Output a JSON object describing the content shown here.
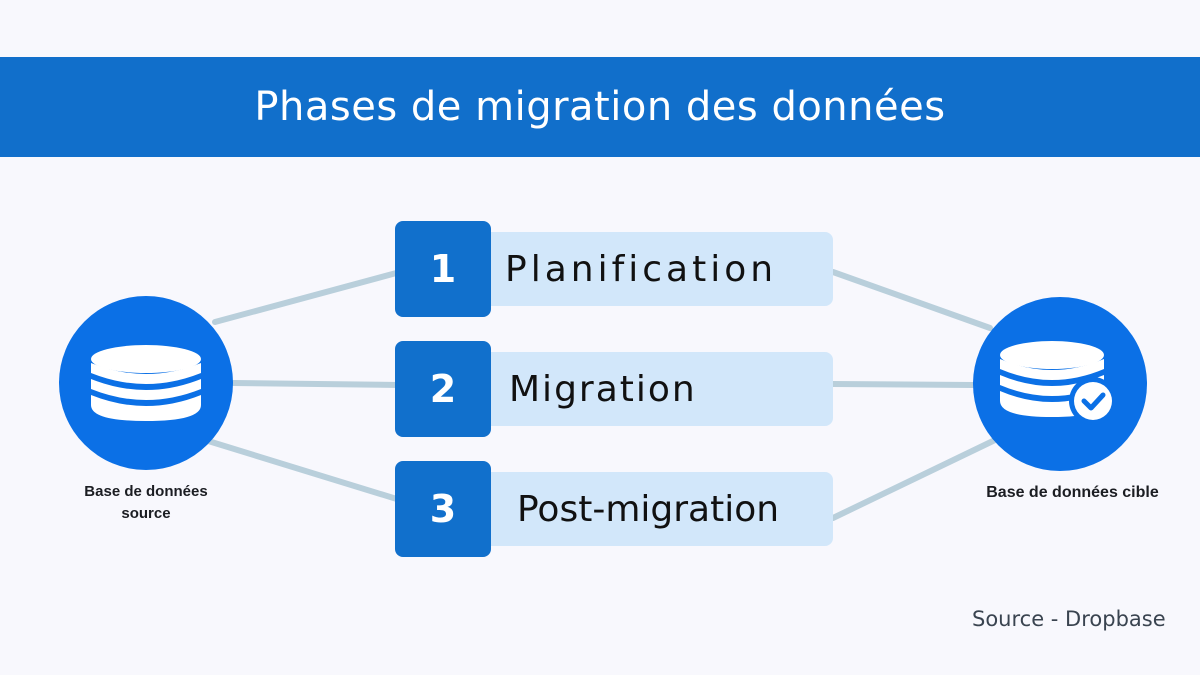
{
  "header": {
    "title": "Phases de migration des données"
  },
  "phases": [
    {
      "number": "1",
      "label": "Planification"
    },
    {
      "number": "2",
      "label": "Migration"
    },
    {
      "number": "3",
      "label": "Post-migration"
    }
  ],
  "source_db": {
    "label": "Base de données source",
    "icon": "database-icon"
  },
  "target_db": {
    "label": "Base de données cible",
    "icon": "database-check-icon"
  },
  "footer": {
    "source": "Source - Dropbase"
  },
  "colors": {
    "banner": "#116fcb",
    "circle": "#0b70e6",
    "number_box": "#1170cc",
    "phase_bar": "#d2e7fa",
    "connector": "#b9cfdb",
    "background": "#f8f8fd"
  }
}
